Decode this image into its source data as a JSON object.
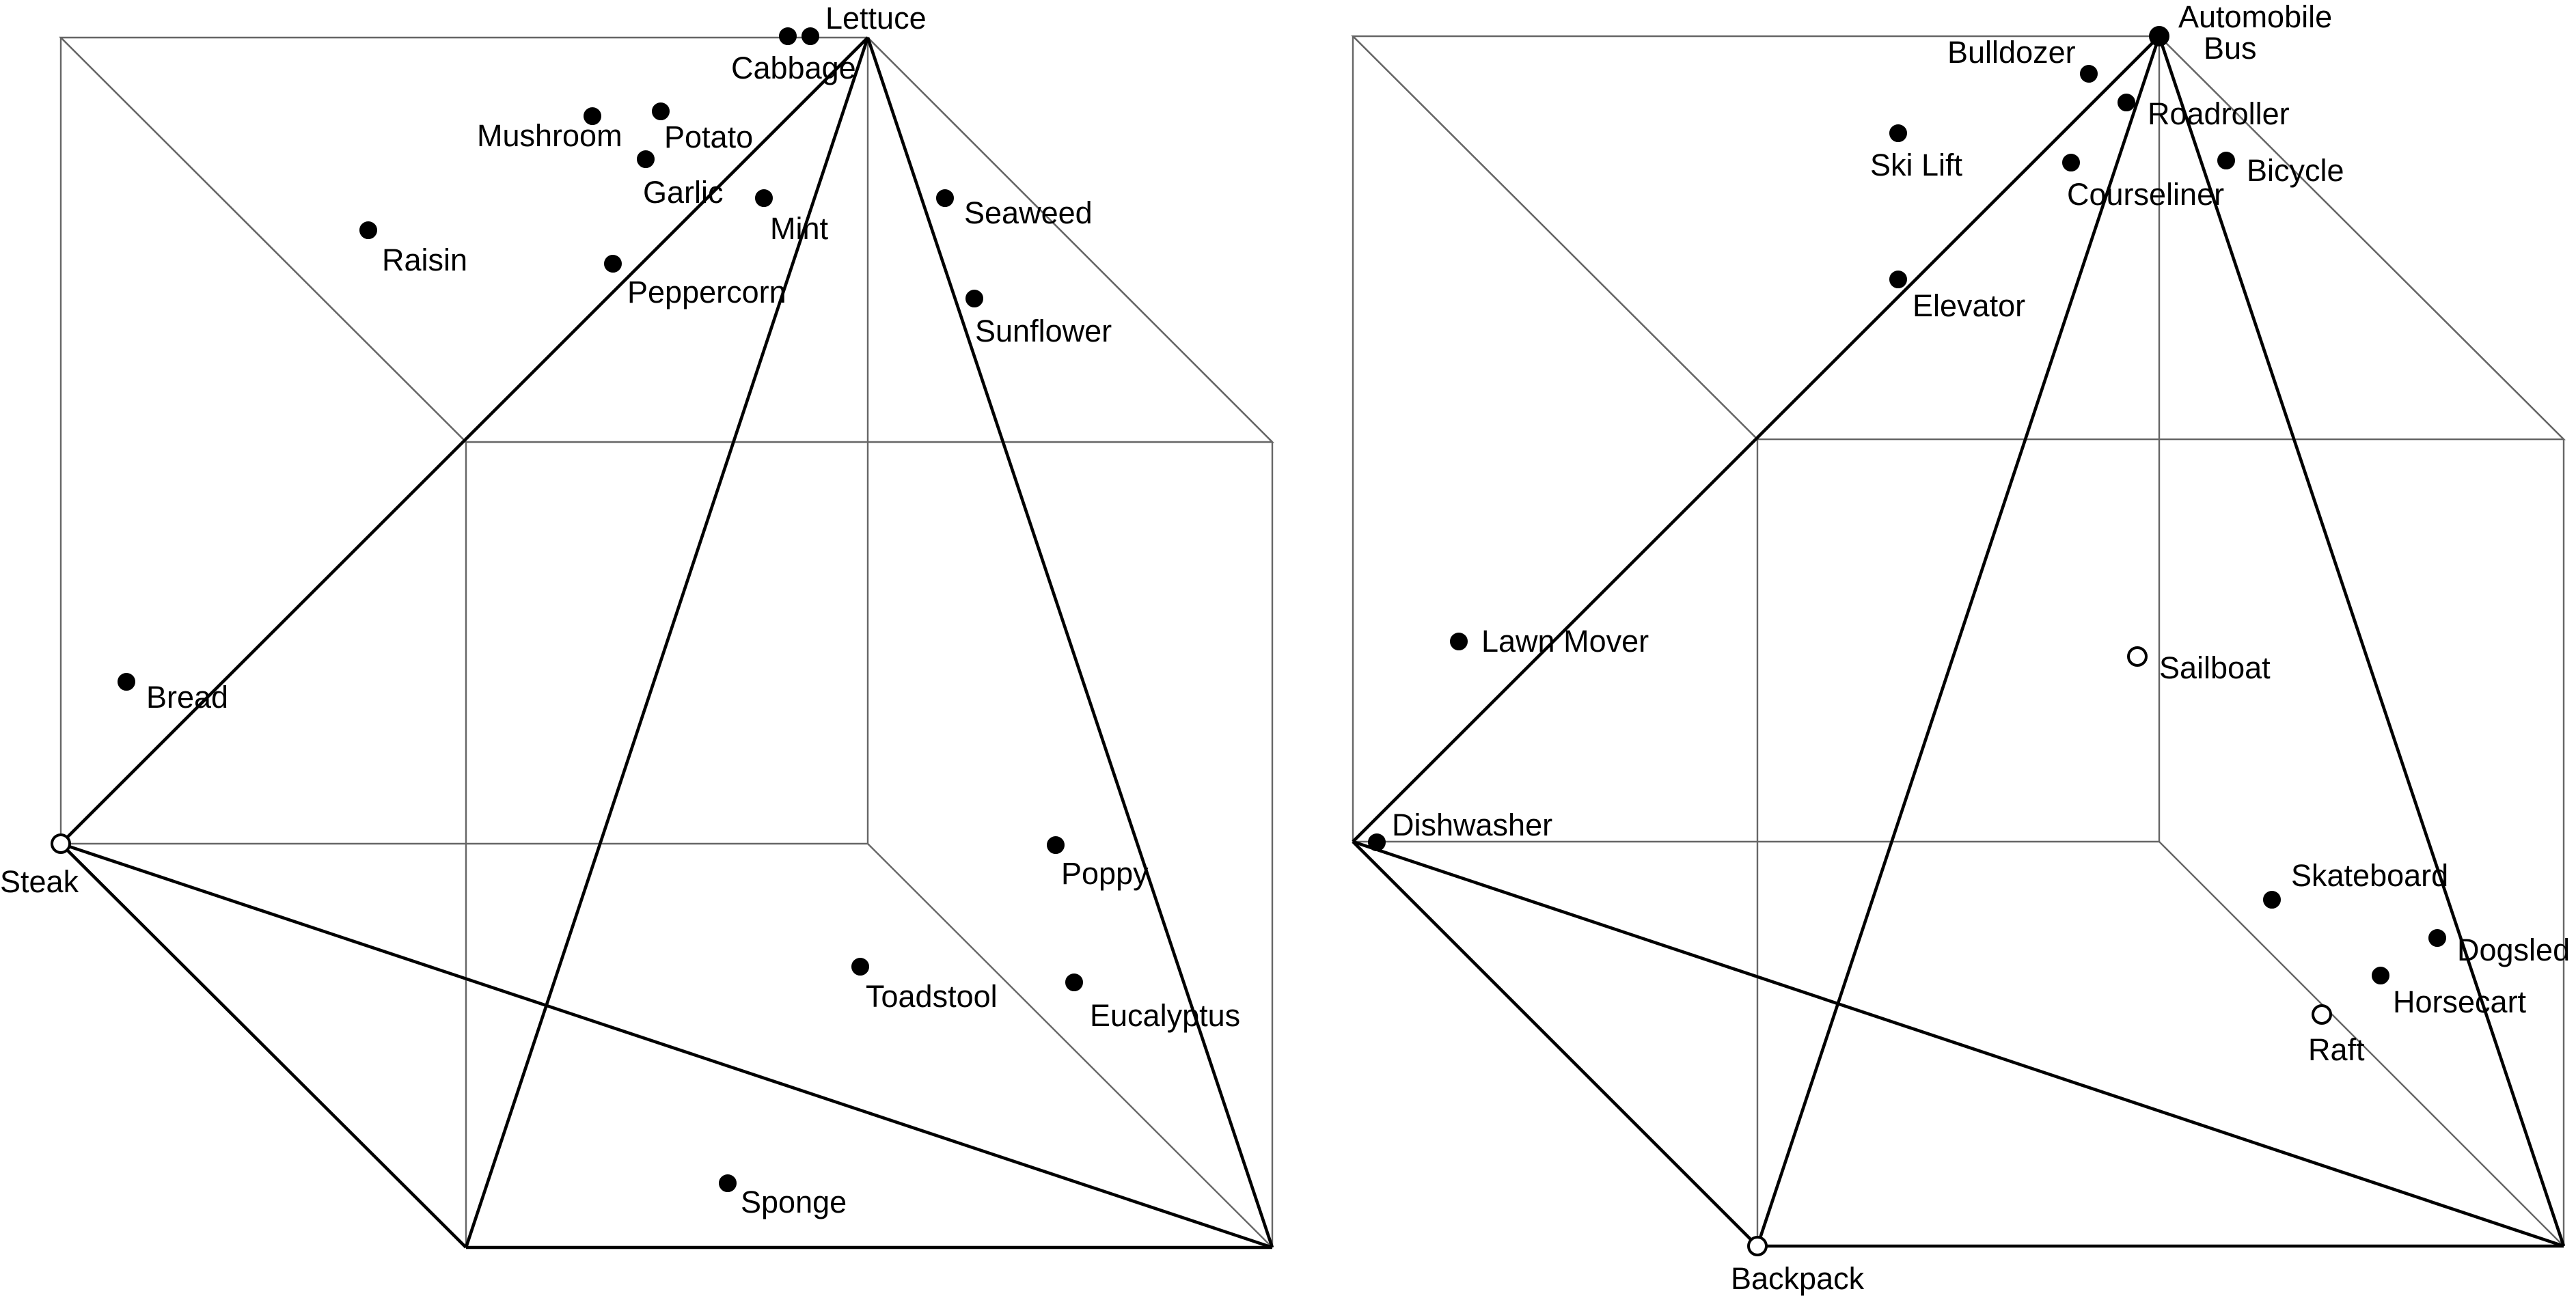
{
  "panels": [
    {
      "id": "food",
      "items": [
        {
          "label": "Lettuce",
          "marker": "filled"
        },
        {
          "label": "Cabbage",
          "marker": "filled"
        },
        {
          "label": "Mushroom",
          "marker": "filled"
        },
        {
          "label": "Potato",
          "marker": "filled"
        },
        {
          "label": "Garlic",
          "marker": "filled"
        },
        {
          "label": "Mint",
          "marker": "filled"
        },
        {
          "label": "Raisin",
          "marker": "filled"
        },
        {
          "label": "Peppercorn",
          "marker": "filled"
        },
        {
          "label": "Seaweed",
          "marker": "filled"
        },
        {
          "label": "Sunflower",
          "marker": "filled"
        },
        {
          "label": "Bread",
          "marker": "filled"
        },
        {
          "label": "Steak",
          "marker": "open"
        },
        {
          "label": "Poppy",
          "marker": "filled"
        },
        {
          "label": "Toadstool",
          "marker": "filled"
        },
        {
          "label": "Eucalyptus",
          "marker": "filled"
        },
        {
          "label": "Sponge",
          "marker": "filled"
        }
      ]
    },
    {
      "id": "vehicles",
      "items": [
        {
          "label": "Automobile",
          "marker": "open"
        },
        {
          "label": "Bus",
          "marker": "filled"
        },
        {
          "label": "Bulldozer",
          "marker": "filled"
        },
        {
          "label": "Roadroller",
          "marker": "filled"
        },
        {
          "label": "Ski Lift",
          "marker": "filled"
        },
        {
          "label": "Courseliner",
          "marker": "filled"
        },
        {
          "label": "Bicycle",
          "marker": "filled"
        },
        {
          "label": "Elevator",
          "marker": "filled"
        },
        {
          "label": "Lawn Mover",
          "marker": "filled"
        },
        {
          "label": "Sailboat",
          "marker": "open"
        },
        {
          "label": "Dishwasher",
          "marker": "filled"
        },
        {
          "label": "Skateboard",
          "marker": "filled"
        },
        {
          "label": "Dogsled",
          "marker": "filled"
        },
        {
          "label": "Horsecart",
          "marker": "filled"
        },
        {
          "label": "Raft",
          "marker": "open"
        },
        {
          "label": "Backpack",
          "marker": "open"
        }
      ]
    }
  ]
}
